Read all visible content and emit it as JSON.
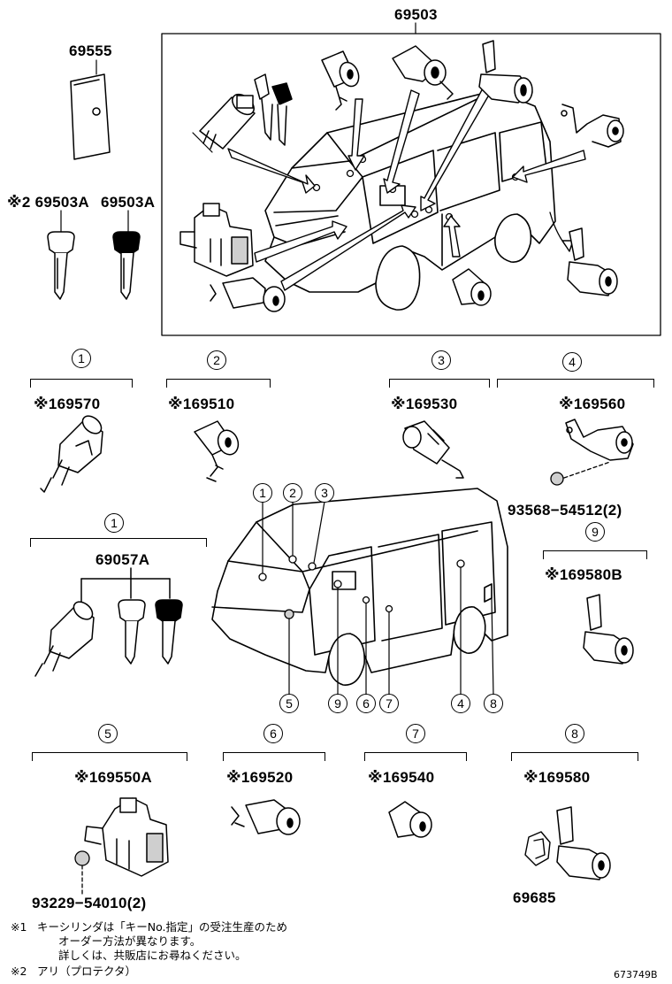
{
  "labels": {
    "l69503": "69503",
    "l69555": "69555",
    "l69503A_p": "※2 69503A",
    "l69503A": "69503A",
    "l69570": "※169570",
    "l69510": "※169510",
    "l69530": "※169530",
    "l69560": "※169560",
    "l93568": "93568−54512(2)",
    "l69057A": "69057A",
    "l69580B": "※169580B",
    "l69550A": "※169550A",
    "l69520": "※169520",
    "l69540": "※169540",
    "l69580": "※169580",
    "l93229": "93229−54010(2)",
    "l69685": "69685",
    "diagram_code": "673749B"
  },
  "callouts": {
    "c1a": "1",
    "c2": "2",
    "c3": "3",
    "c4": "4",
    "c1b": "1",
    "c9a": "9",
    "v1": "1",
    "v2": "2",
    "v3": "3",
    "v5": "5",
    "v9": "9",
    "v6": "6",
    "v7": "7",
    "v4": "4",
    "v8": "8",
    "s5": "5",
    "s6": "6",
    "s7": "7",
    "s8": "8"
  },
  "notes": {
    "n1_mark": "※1",
    "n1_line1": "キーシリンダは「キーNo.指定」の受注生産のため",
    "n1_line2": "オーダー方法が異なります。",
    "n1_line3": "詳しくは、共販店にお尋ねください。",
    "n2_mark": "※2",
    "n2_line1": "アリ（プロテクタ）"
  }
}
